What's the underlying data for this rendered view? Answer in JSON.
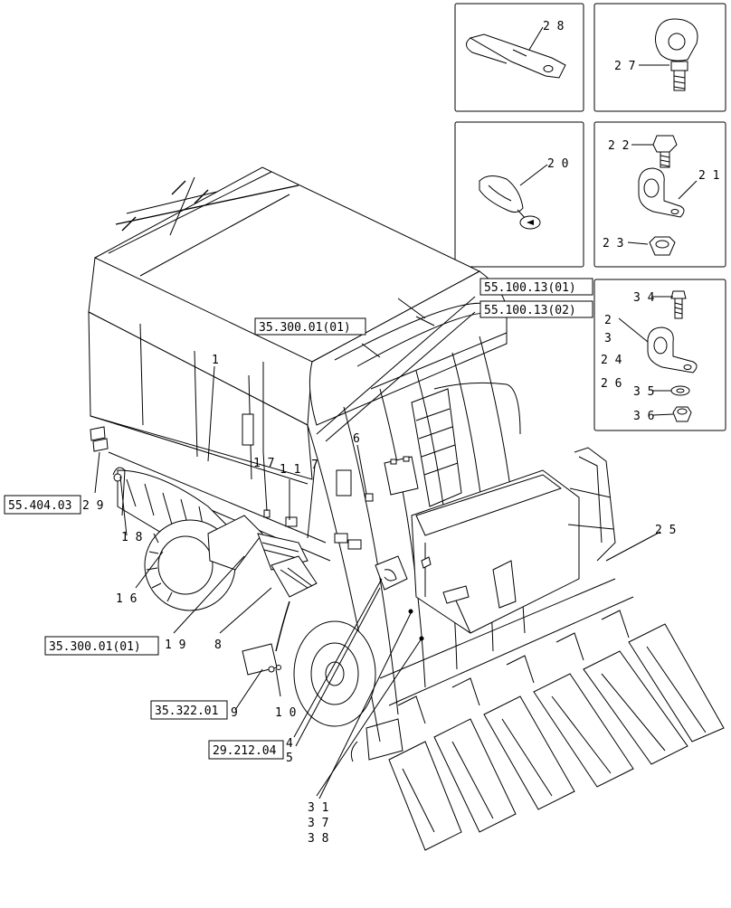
{
  "inset_labels": {
    "p28": "2 8",
    "p27": "2 7",
    "p20": "2 0",
    "p22": "2 2",
    "p21": "2 1",
    "p23": "2 3",
    "p34": "3 4",
    "p2": "2",
    "p3": "3",
    "p24": "2 4",
    "p26": "2 6",
    "p35": "3 5",
    "p36": "3 6"
  },
  "refs": {
    "r1": "55.100.13(01)",
    "r2": "55.100.13(02)",
    "r3": "35.300.01(01)",
    "r4": "55.404.03",
    "r5": "35.300.01(01)",
    "r6": "35.322.01",
    "r7": "29.212.04"
  },
  "callouts": {
    "c1": "1",
    "c6": "6",
    "c7": "7",
    "c11": "1 1",
    "c17": "1 7",
    "c29": "2 9",
    "c18": "1 8",
    "c16": "1 6",
    "c19": "1 9",
    "c8": "8",
    "c9": "9",
    "c10": "1 0",
    "c4": "4",
    "c5": "5",
    "c25": "2 5",
    "c31": "3 1",
    "c37": "3 7",
    "c38": "3 8"
  }
}
